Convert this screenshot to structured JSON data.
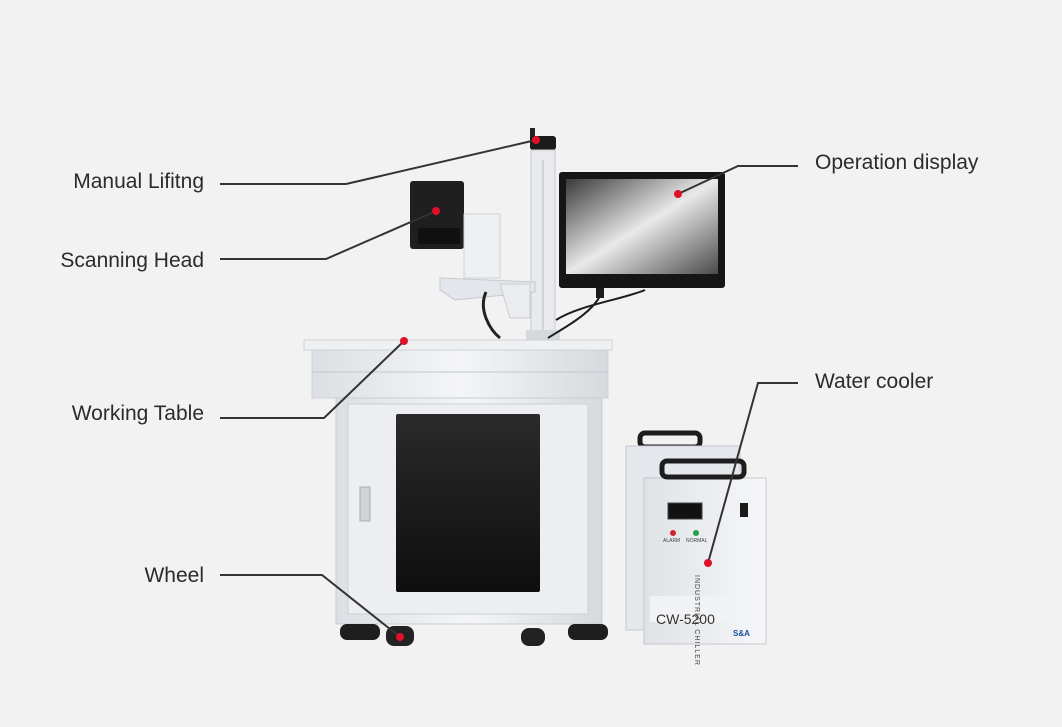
{
  "labels": {
    "manual_lifting": "Manual Lifitng",
    "scanning_head": "Scanning Head",
    "working_table": "Working Table",
    "wheel": "Wheel",
    "operation_display": "Operation display",
    "water_cooler": "Water cooler"
  },
  "chiller": {
    "model": "CW-5200",
    "side_text": "INDUSTRIAL CHILLER",
    "brand": "S&A",
    "alarm": "ALARM",
    "normal": "NORMAL"
  },
  "colors": {
    "background": "#f2f2f2",
    "leader_line": "#333333",
    "marker_dot": "#e0102a"
  }
}
